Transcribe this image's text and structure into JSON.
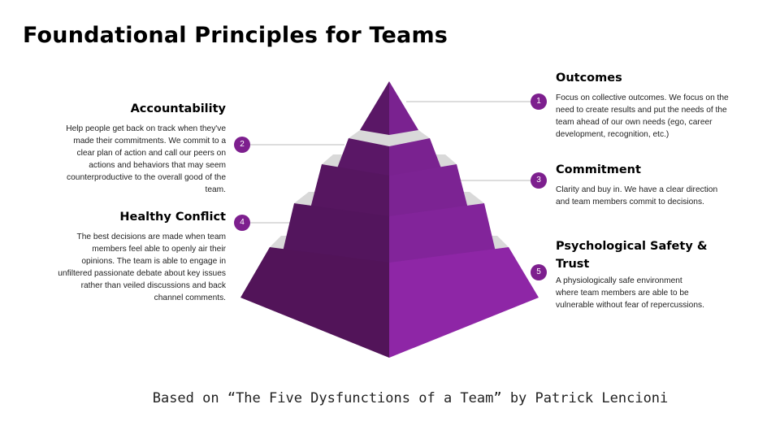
{
  "title": "Foundational Principles for Teams",
  "footer": "Based on “The Five Dysfunctions of a Team” by Patrick Lencioni",
  "colors": {
    "badge": "#7d1f8e",
    "pyramid_dark": "#561660",
    "pyramid_light": "#8e26a6",
    "gap": "#d9d9d9"
  },
  "levels": [
    {
      "number": "1",
      "title": "Outcomes",
      "body": "Focus on collective outcomes. We focus on the need to create results and put the needs of the team ahead of our own needs (ego, career development, recognition, etc.)"
    },
    {
      "number": "2",
      "title": "Accountability",
      "body": "Help people get back on track when they've made their commitments. We commit to a clear plan of action and call our peers on actions and behaviors that may seem counterproductive to the overall good of the team."
    },
    {
      "number": "3",
      "title": "Commitment",
      "body": "Clarity and buy in. We have a clear direction and team members commit to decisions."
    },
    {
      "number": "4",
      "title": "Healthy Conflict",
      "body": "The best decisions are made when team members feel able to openly air their opinions. The team is able to engage in unfiltered passionate debate about key issues rather than veiled discussions and back channel comments."
    },
    {
      "number": "5",
      "title": "Psychological Safety & Trust",
      "body": "A physiologically safe environment where team members are able to be vulnerable without fear of repercussions."
    }
  ]
}
